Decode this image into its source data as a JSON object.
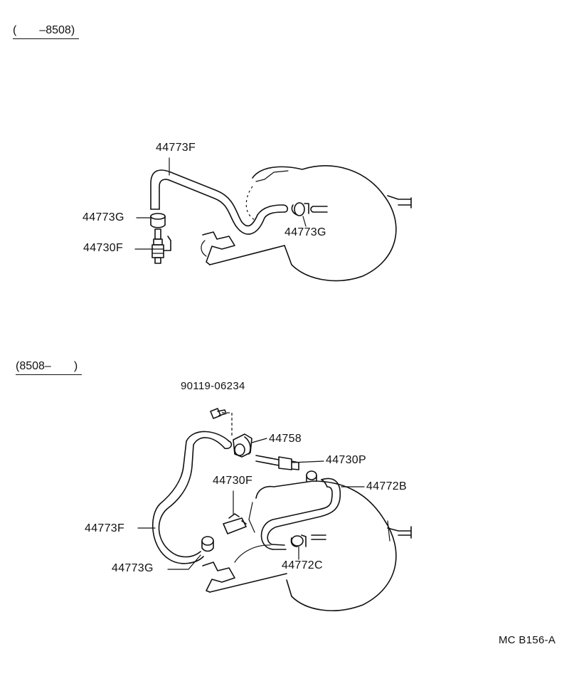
{
  "sections": [
    {
      "range_label": "(　　–8508)",
      "parts": {
        "hose_upper": "44773F",
        "clamp_left": "44773G",
        "valve": "44730F",
        "clamp_right": "44773G"
      }
    },
    {
      "range_label": "(8508–　　)",
      "parts": {
        "bolt": "90119-06234",
        "bracket": "44758",
        "check_valve": "44730P",
        "hose_right": "44772B",
        "valve": "44730F",
        "hose_left": "44773F",
        "clamp_left": "44773G",
        "clamp_right": "44772C"
      }
    }
  ],
  "diagram_code": "MC B156-A"
}
